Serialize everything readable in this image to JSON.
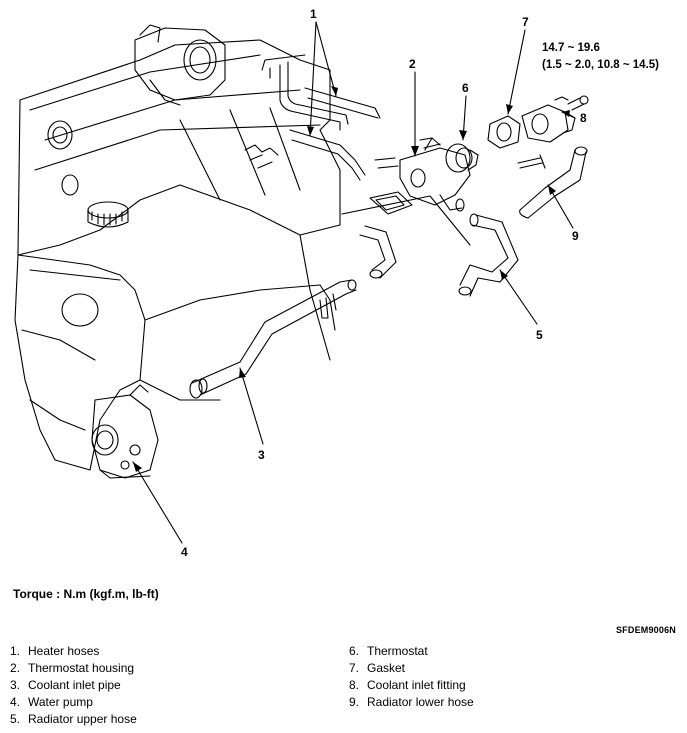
{
  "diagram": {
    "callouts": [
      "1",
      "2",
      "3",
      "4",
      "5",
      "6",
      "7",
      "8",
      "9"
    ],
    "torque_spec": {
      "line1": "14.7 ~ 19.6",
      "line2": "(1.5 ~ 2.0, 10.8 ~ 14.5)"
    }
  },
  "torque_unit": "Torque : N.m (kgf.m, lb-ft)",
  "figure_code": "SFDEM9006N",
  "legend": [
    {
      "num": "1.",
      "label": "Heater hoses"
    },
    {
      "num": "2.",
      "label": "Thermostat housing"
    },
    {
      "num": "3.",
      "label": "Coolant inlet pipe"
    },
    {
      "num": "4.",
      "label": "Water pump"
    },
    {
      "num": "5.",
      "label": "Radiator upper hose"
    },
    {
      "num": "6.",
      "label": "Thermostat"
    },
    {
      "num": "7.",
      "label": "Gasket"
    },
    {
      "num": "8.",
      "label": "Coolant inlet fitting"
    },
    {
      "num": "9.",
      "label": "Radiator lower hose"
    }
  ]
}
